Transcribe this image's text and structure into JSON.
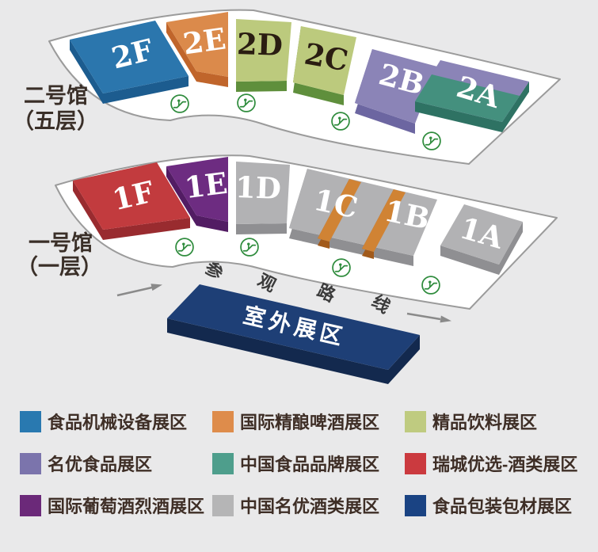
{
  "canvas": {
    "bg": "#E9E9EA",
    "band_fill": "#FFFFFF",
    "band_stroke": "#9B9B9B",
    "hall_label_color": "#3A2F28"
  },
  "hall2": {
    "name_line1": "二号馆",
    "name_line2": "（五层）",
    "zones": {
      "f": {
        "label": "2F",
        "top": "#2B76AD",
        "side": "#1C5C8F",
        "text": "#FFFFFF"
      },
      "e": {
        "label": "2E",
        "top": "#DB8A4B",
        "side": "#C0652B",
        "text": "#FFFFFF"
      },
      "d": {
        "label": "2D",
        "top": "#BCCA7D",
        "side": "#5F8F3C",
        "text": "#2A1D12"
      },
      "c": {
        "label": "2C",
        "top": "#BCCA7D",
        "side": "#5F8F3C",
        "text": "#2A1D12"
      },
      "b": {
        "label": "2B",
        "top": "#8B84B7",
        "side": "#6C66A1",
        "text": "#FFFFFF"
      },
      "a": {
        "label": "2A",
        "top": "#8B84B7",
        "side": "#2E7263",
        "accent": "#44907E",
        "text": "#FFFFFF"
      }
    }
  },
  "hall1": {
    "name_line1": "一号馆",
    "name_line2": "（一层）",
    "zones": {
      "f": {
        "label": "1F",
        "top": "#C23B3E",
        "side": "#992B2F",
        "text": "#FFFFFF"
      },
      "e": {
        "label": "1E",
        "top": "#6D2C81",
        "side": "#521C63",
        "text": "#FFFFFF"
      },
      "d": {
        "label": "1D",
        "top": "#B2B2B4",
        "side": "#8F8F92",
        "text": "#FFFFFF"
      },
      "cb": {
        "label_c": "1C",
        "label_b": "1B",
        "top": "#B2B2B4",
        "side": "#8F8F92",
        "stripe": "#D08334",
        "stripe_side": "#A15A1B",
        "text": "#FFFFFF"
      },
      "a": {
        "label": "1A",
        "top": "#B2B2B4",
        "side": "#8F8F92",
        "text": "#FFFFFF"
      }
    }
  },
  "route": {
    "chars": [
      "参",
      "观",
      "路",
      "线"
    ],
    "color": "#3B3B3B",
    "arrow_color": "#8A8A8A"
  },
  "outdoor": {
    "label": "室外展区",
    "top": "#1E3F76",
    "side": "#13294E",
    "text": "#FFFFFF"
  },
  "escalator": {
    "color": "#2F8C3D",
    "fill": "#FFFFFF"
  },
  "legend": {
    "text_color": "#3E2E26",
    "items": [
      {
        "label": "食品机械设备展区",
        "color": "#2979B0"
      },
      {
        "label": "国际精酿啤酒展区",
        "color": "#DE8C4B"
      },
      {
        "label": "精品饮料展区",
        "color": "#BFCB80"
      },
      {
        "label": "名优食品展区",
        "color": "#7B74AC"
      },
      {
        "label": "中国食品品牌展区",
        "color": "#4E9E8C"
      },
      {
        "label": "瑞城优选-酒类展区",
        "color": "#CB3A3F"
      },
      {
        "label": "国际葡萄酒烈酒展区",
        "color": "#6B2979"
      },
      {
        "label": "中国名优酒类展区",
        "color": "#B5B5B6"
      },
      {
        "label": "食品包装包材展区",
        "color": "#1A4383"
      }
    ]
  }
}
